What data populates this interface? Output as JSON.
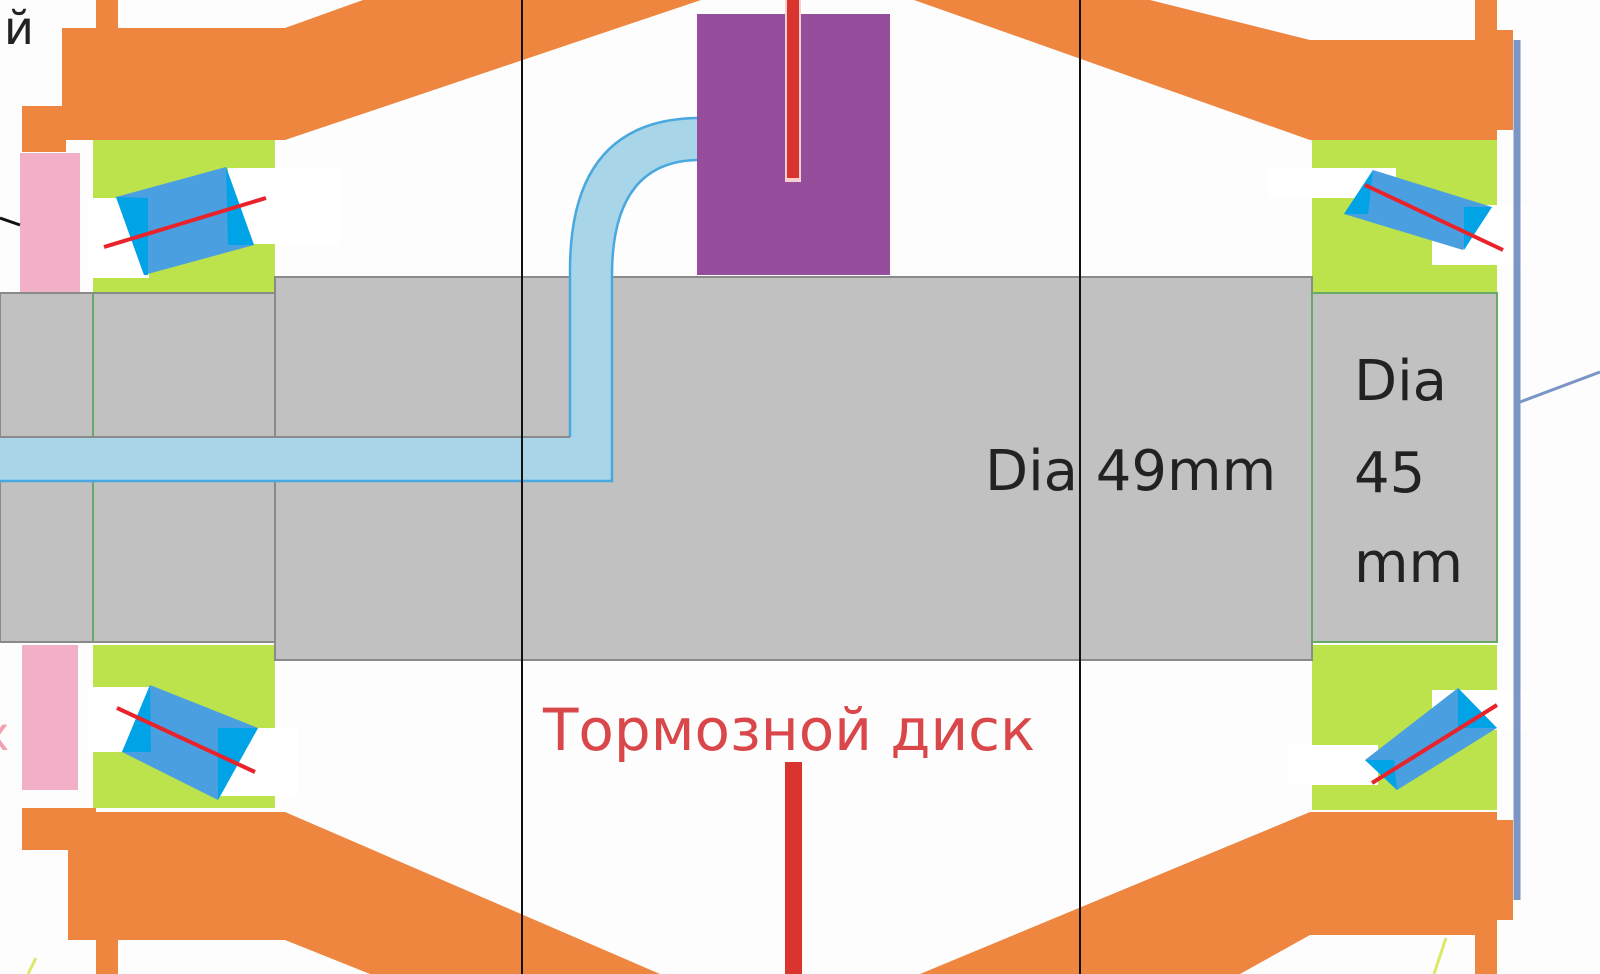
{
  "labels": {
    "shaft_main": "Dia 49mm",
    "shaft_end_line1": "Dia",
    "shaft_end_line2": "45",
    "shaft_end_line3": "mm",
    "brake_disc": "Тормозной диск",
    "cut_top_left": "й",
    "cut_left": "х"
  },
  "colors": {
    "housing": "#ee8640",
    "bearing_seat": "#bde34c",
    "bearing_roller": "#4a9fe0",
    "bearing_roller_edge": "#00a3e6",
    "bearing_axis": "#e8232b",
    "shaft": "#c1c1c1",
    "shaft_outline": "#8a8a8a",
    "channel": "#a8d6e8",
    "channel_outline": "#4aa8e0",
    "caliper": "#954d9c",
    "brake_disc": "#d9352e",
    "brake_label": "#d9474a",
    "seal": "#f2b0c8",
    "end_plate": "#7b96c4",
    "guide_line": "#111111"
  }
}
